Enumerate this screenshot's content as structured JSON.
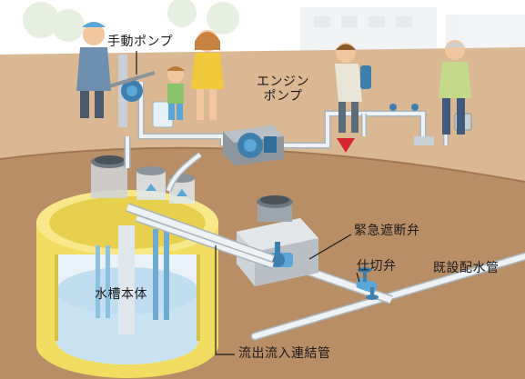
{
  "labels": {
    "hand_pump": "手動ポンプ",
    "engine_pump_line1": "エンジン",
    "engine_pump_line2": "ポンプ",
    "emergency_valve": "緊急遮断弁",
    "gate_valve": "仕切弁",
    "existing_main": "既設配水管",
    "tank_body": "水槽本体",
    "connecting_pipe": "流出流入連結管"
  },
  "colors": {
    "soil": "#c9a27a",
    "ground": "#b98f66",
    "tank_yellow": "#f4e06a",
    "pipe": "#e8eef2",
    "water": "#cfe6f5",
    "pump_blue": "#5aa6d6"
  }
}
